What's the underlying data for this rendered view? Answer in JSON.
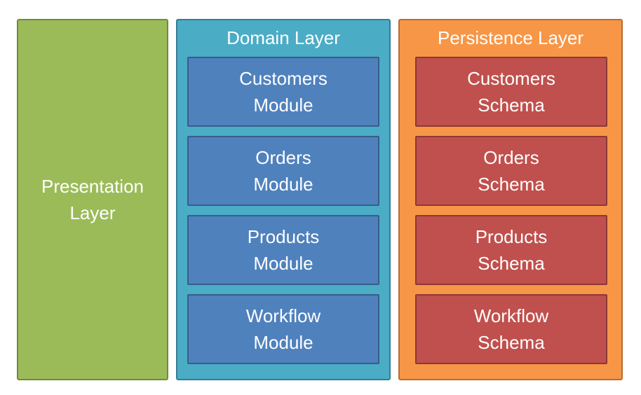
{
  "presentation_layer": {
    "label": "Presentation\nLayer",
    "color": "#9bbb59"
  },
  "domain_layer": {
    "title": "Domain Layer",
    "color": "#4bacc6",
    "modules": [
      {
        "label": "Customers\nModule"
      },
      {
        "label": "Orders\nModule"
      },
      {
        "label": "Products\nModule"
      },
      {
        "label": "Workflow\nModule"
      }
    ],
    "module_color": "#4f81bd"
  },
  "persistence_layer": {
    "title": "Persistence Layer",
    "color": "#f79646",
    "schemas": [
      {
        "label": "Customers\nSchema"
      },
      {
        "label": "Orders\nSchema"
      },
      {
        "label": "Products\nSchema"
      },
      {
        "label": "Workflow\nSchema"
      }
    ],
    "schema_color": "#c0504d"
  }
}
